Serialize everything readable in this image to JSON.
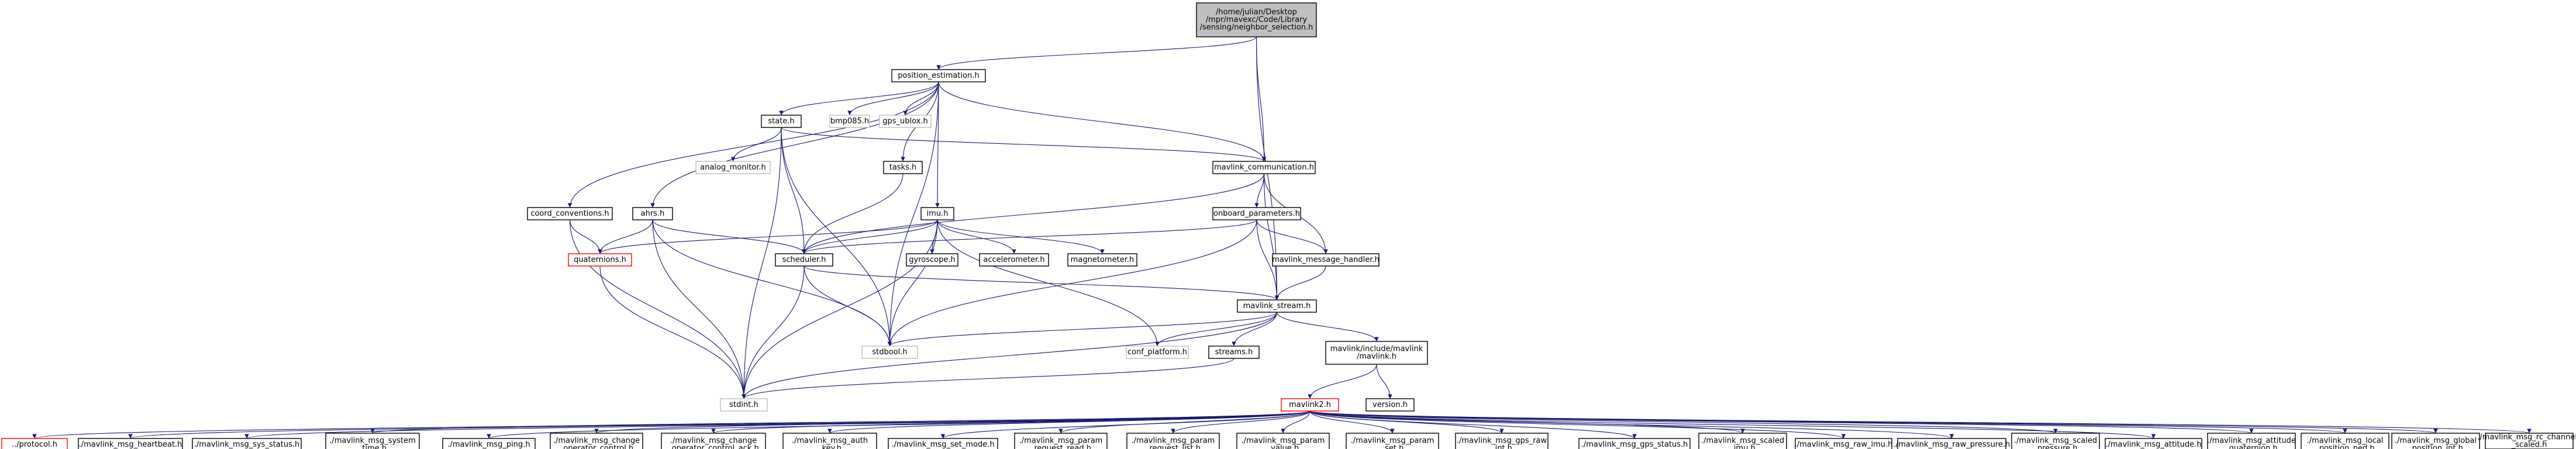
{
  "graph": {
    "colors": {
      "edge": "#191970",
      "root_fill": "#bfbfbf",
      "normal_border": "#000000",
      "external_border": "#bfbfbf",
      "missing_border": "#ff0000"
    },
    "nodes": [
      {
        "id": "root",
        "lines": [
          "/home/julian/Desktop",
          "/mpr/mavexc/Code/Library",
          "/sensing/neighbor_selection.h"
        ],
        "kind": "root"
      },
      {
        "id": "pos",
        "lines": [
          "position_estimation.h"
        ],
        "kind": "normal"
      },
      {
        "id": "state",
        "lines": [
          "state.h"
        ],
        "kind": "normal"
      },
      {
        "id": "bmp",
        "lines": [
          "bmp085.h"
        ],
        "kind": "external"
      },
      {
        "id": "gps",
        "lines": [
          "gps_ublox.h"
        ],
        "kind": "external"
      },
      {
        "id": "analog",
        "lines": [
          "analog_monitor.h"
        ],
        "kind": "external"
      },
      {
        "id": "tasks",
        "lines": [
          "tasks.h"
        ],
        "kind": "normal"
      },
      {
        "id": "mavcom",
        "lines": [
          "mavlink_communication.h"
        ],
        "kind": "normal"
      },
      {
        "id": "coord",
        "lines": [
          "coord_conventions.h"
        ],
        "kind": "normal"
      },
      {
        "id": "ahrs",
        "lines": [
          "ahrs.h"
        ],
        "kind": "normal"
      },
      {
        "id": "imu",
        "lines": [
          "imu.h"
        ],
        "kind": "normal"
      },
      {
        "id": "onboard",
        "lines": [
          "onboard_parameters.h"
        ],
        "kind": "normal"
      },
      {
        "id": "quat",
        "lines": [
          "quaternions.h"
        ],
        "kind": "missing"
      },
      {
        "id": "sched",
        "lines": [
          "scheduler.h"
        ],
        "kind": "normal"
      },
      {
        "id": "gyro",
        "lines": [
          "gyroscope.h"
        ],
        "kind": "normal"
      },
      {
        "id": "accel",
        "lines": [
          "accelerometer.h"
        ],
        "kind": "normal"
      },
      {
        "id": "magn",
        "lines": [
          "magnetometer.h"
        ],
        "kind": "normal"
      },
      {
        "id": "msghand",
        "lines": [
          "mavlink_message_handler.h"
        ],
        "kind": "normal"
      },
      {
        "id": "stream",
        "lines": [
          "mavlink_stream.h"
        ],
        "kind": "normal"
      },
      {
        "id": "stdbool",
        "lines": [
          "stdbool.h"
        ],
        "kind": "external"
      },
      {
        "id": "conf",
        "lines": [
          "conf_platform.h"
        ],
        "kind": "external"
      },
      {
        "id": "streams",
        "lines": [
          "streams.h"
        ],
        "kind": "normal"
      },
      {
        "id": "mavinc",
        "lines": [
          "mavlink/include/mavlink",
          "/mavlink.h"
        ],
        "kind": "normal"
      },
      {
        "id": "stdint",
        "lines": [
          "stdint.h"
        ],
        "kind": "external"
      },
      {
        "id": "mav2",
        "lines": [
          "mavlink2.h"
        ],
        "kind": "missing"
      },
      {
        "id": "version",
        "lines": [
          "version.h"
        ],
        "kind": "normal"
      },
      {
        "id": "b00",
        "lines": [
          "../protocol.h"
        ],
        "kind": "missing"
      },
      {
        "id": "b01",
        "lines": [
          "./mavlink_msg_heartbeat.h"
        ],
        "kind": "normal"
      },
      {
        "id": "b02",
        "lines": [
          "./mavlink_msg_sys_status.h"
        ],
        "kind": "normal"
      },
      {
        "id": "b03",
        "lines": [
          "./mavlink_msg_system",
          "_time.h"
        ],
        "kind": "normal"
      },
      {
        "id": "b04",
        "lines": [
          "./mavlink_msg_ping.h"
        ],
        "kind": "normal"
      },
      {
        "id": "b05",
        "lines": [
          "./mavlink_msg_change",
          "_operator_control.h"
        ],
        "kind": "normal"
      },
      {
        "id": "b06",
        "lines": [
          "./mavlink_msg_change",
          "_operator_control_ack.h"
        ],
        "kind": "normal"
      },
      {
        "id": "b07",
        "lines": [
          "./mavlink_msg_auth",
          "_key.h"
        ],
        "kind": "normal"
      },
      {
        "id": "b08",
        "lines": [
          "./mavlink_msg_set_mode.h"
        ],
        "kind": "normal"
      },
      {
        "id": "b09",
        "lines": [
          "./mavlink_msg_param",
          "_request_read.h"
        ],
        "kind": "normal"
      },
      {
        "id": "b10",
        "lines": [
          "./mavlink_msg_param",
          "_request_list.h"
        ],
        "kind": "normal"
      },
      {
        "id": "b11",
        "lines": [
          "./mavlink_msg_param",
          "_value.h"
        ],
        "kind": "normal"
      },
      {
        "id": "b12",
        "lines": [
          "./mavlink_msg_param",
          "_set.h"
        ],
        "kind": "normal"
      },
      {
        "id": "b13",
        "lines": [
          "./mavlink_msg_gps_raw",
          "_int.h"
        ],
        "kind": "normal"
      },
      {
        "id": "b14",
        "lines": [
          "./mavlink_msg_gps_status.h"
        ],
        "kind": "normal"
      },
      {
        "id": "b15",
        "lines": [
          "./mavlink_msg_scaled",
          "_imu.h"
        ],
        "kind": "normal"
      },
      {
        "id": "b16",
        "lines": [
          "./mavlink_msg_raw_imu.h"
        ],
        "kind": "normal"
      },
      {
        "id": "b17",
        "lines": [
          "./mavlink_msg_raw_pressure.h"
        ],
        "kind": "normal"
      },
      {
        "id": "b18",
        "lines": [
          "./mavlink_msg_scaled",
          "_pressure.h"
        ],
        "kind": "normal"
      },
      {
        "id": "b19",
        "lines": [
          "./mavlink_msg_attitude.h"
        ],
        "kind": "normal"
      },
      {
        "id": "b20",
        "lines": [
          "./mavlink_msg_attitude",
          "_quaternion.h"
        ],
        "kind": "normal"
      },
      {
        "id": "b21",
        "lines": [
          "./mavlink_msg_local",
          "_position_ned.h"
        ],
        "kind": "normal"
      },
      {
        "id": "b22",
        "lines": [
          "./mavlink_msg_global",
          "_position_int.h"
        ],
        "kind": "normal"
      },
      {
        "id": "b23",
        "lines": [
          "./mavlink_msg_rc_channels",
          "_scaled.h"
        ],
        "kind": "normal"
      }
    ],
    "edges": [
      [
        "root",
        "pos"
      ],
      [
        "root",
        "mavcom"
      ],
      [
        "root",
        "stream"
      ],
      [
        "pos",
        "state"
      ],
      [
        "pos",
        "bmp"
      ],
      [
        "pos",
        "gps"
      ],
      [
        "pos",
        "tasks"
      ],
      [
        "pos",
        "mavcom"
      ],
      [
        "pos",
        "coord"
      ],
      [
        "pos",
        "ahrs"
      ],
      [
        "pos",
        "imu"
      ],
      [
        "pos",
        "stdbool"
      ],
      [
        "state",
        "analog"
      ],
      [
        "state",
        "mavcom"
      ],
      [
        "state",
        "sched"
      ],
      [
        "state",
        "stdbool"
      ],
      [
        "state",
        "stdint"
      ],
      [
        "tasks",
        "sched"
      ],
      [
        "mavcom",
        "onboard"
      ],
      [
        "mavcom",
        "msghand"
      ],
      [
        "mavcom",
        "stream"
      ],
      [
        "mavcom",
        "sched"
      ],
      [
        "coord",
        "quat"
      ],
      [
        "coord",
        "stdint"
      ],
      [
        "ahrs",
        "quat"
      ],
      [
        "ahrs",
        "sched"
      ],
      [
        "ahrs",
        "stdbool"
      ],
      [
        "ahrs",
        "stdint"
      ],
      [
        "imu",
        "quat"
      ],
      [
        "imu",
        "sched"
      ],
      [
        "imu",
        "gyro"
      ],
      [
        "imu",
        "accel"
      ],
      [
        "imu",
        "magn"
      ],
      [
        "imu",
        "stdbool"
      ],
      [
        "imu",
        "conf"
      ],
      [
        "imu",
        "stdint"
      ],
      [
        "onboard",
        "sched"
      ],
      [
        "onboard",
        "msghand"
      ],
      [
        "onboard",
        "stream"
      ],
      [
        "onboard",
        "stdbool"
      ],
      [
        "quat",
        "stdint"
      ],
      [
        "sched",
        "stream"
      ],
      [
        "sched",
        "stdbool"
      ],
      [
        "sched",
        "stdint"
      ],
      [
        "msghand",
        "stream"
      ],
      [
        "stream",
        "stdbool"
      ],
      [
        "stream",
        "conf"
      ],
      [
        "stream",
        "streams"
      ],
      [
        "stream",
        "mavinc"
      ],
      [
        "stream",
        "stdint"
      ],
      [
        "streams",
        "stdint"
      ],
      [
        "mavinc",
        "mav2"
      ],
      [
        "mavinc",
        "version"
      ],
      [
        "mav2",
        "b00"
      ],
      [
        "mav2",
        "b01"
      ],
      [
        "mav2",
        "b02"
      ],
      [
        "mav2",
        "b03"
      ],
      [
        "mav2",
        "b04"
      ],
      [
        "mav2",
        "b05"
      ],
      [
        "mav2",
        "b06"
      ],
      [
        "mav2",
        "b07"
      ],
      [
        "mav2",
        "b08"
      ],
      [
        "mav2",
        "b09"
      ],
      [
        "mav2",
        "b10"
      ],
      [
        "mav2",
        "b11"
      ],
      [
        "mav2",
        "b12"
      ],
      [
        "mav2",
        "b13"
      ],
      [
        "mav2",
        "b14"
      ],
      [
        "mav2",
        "b15"
      ],
      [
        "mav2",
        "b16"
      ],
      [
        "mav2",
        "b17"
      ],
      [
        "mav2",
        "b18"
      ],
      [
        "mav2",
        "b19"
      ],
      [
        "mav2",
        "b20"
      ],
      [
        "mav2",
        "b21"
      ],
      [
        "mav2",
        "b22"
      ],
      [
        "mav2",
        "b23"
      ]
    ]
  }
}
